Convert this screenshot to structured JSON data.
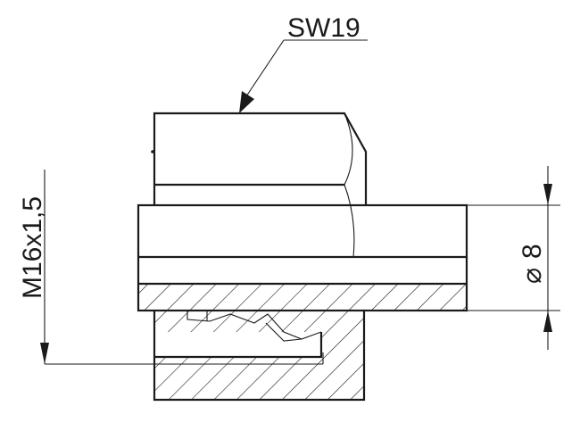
{
  "labels": {
    "wrench_size": "SW19",
    "thread": "M16x1,5",
    "diameter_symbol": "⌀",
    "diameter_value": "8"
  },
  "colors": {
    "line": "#1a1a1a",
    "background": "#ffffff"
  }
}
